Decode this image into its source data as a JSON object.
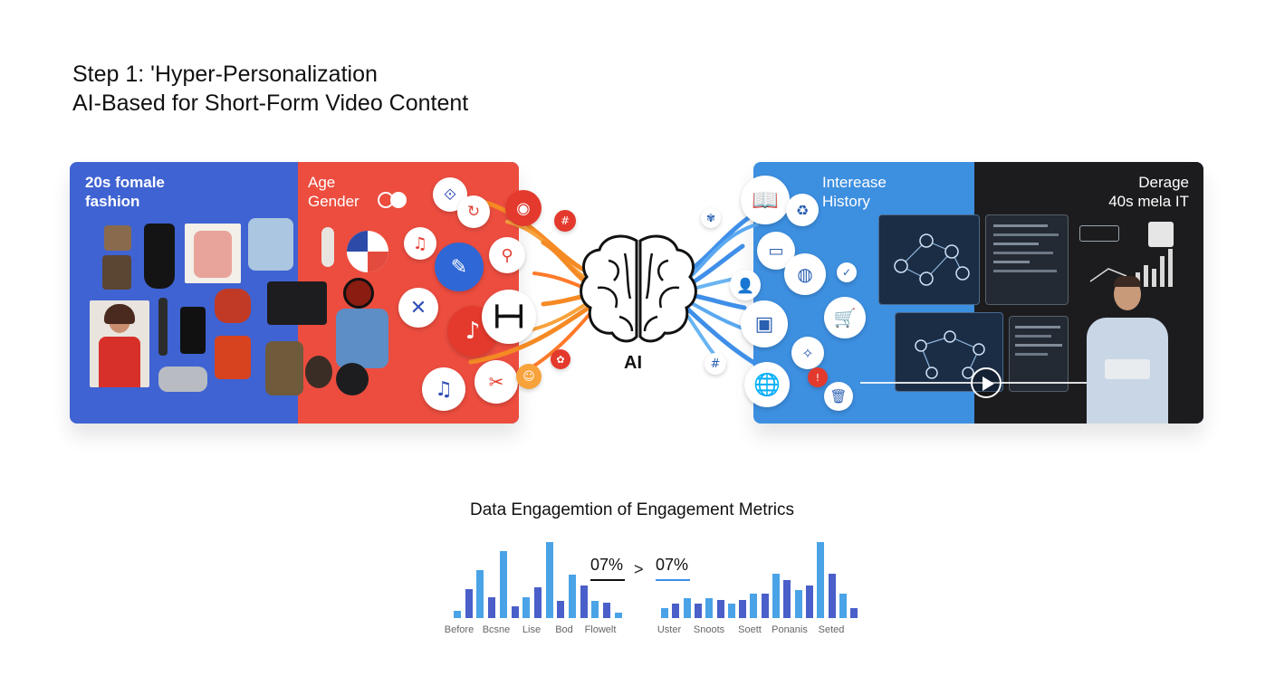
{
  "title": {
    "line1": "Step 1: 'Hyper-Personalization",
    "line2": "AI-Based for Short-Form Video Content"
  },
  "left_panel": {
    "blue_label_line1": "20s fomale",
    "blue_label_line2": "fashion",
    "red_label_line1": "Age",
    "red_label_line2": "Gender"
  },
  "center": {
    "label": "AI"
  },
  "right_panel": {
    "blue_label_line1": "Interease",
    "blue_label_line2": "History",
    "dark_label_line1": "Derage",
    "dark_label_line2": "40s mela IT"
  },
  "colors": {
    "panel_blue": "#3f63d2",
    "panel_red": "#ec4d3f",
    "panel_sky": "#3d8fe0",
    "panel_dark": "#1c1c1e",
    "stream_orange": "#f58a24",
    "stream_blue": "#3f8fe8",
    "bar_dark": "#4a5fc9",
    "bar_light": "#4aa3e6"
  },
  "chart_data": [
    {
      "type": "bar",
      "title": "Data Engagemtion of Engagement Metrics",
      "categories": [
        "Before",
        "Bcsne",
        "Lise",
        "Bod",
        "Flowelt"
      ],
      "values": [
        8,
        30,
        50,
        22,
        70,
        12,
        22,
        32,
        80,
        18,
        46,
        34,
        18,
        16,
        6
      ],
      "annotation": "07%"
    },
    {
      "type": "bar",
      "categories": [
        "Uster",
        "Snoots",
        "Soett",
        "Ponanis",
        "Seted"
      ],
      "values": [
        12,
        18,
        24,
        18,
        24,
        22,
        18,
        22,
        30,
        30,
        54,
        46,
        34,
        40,
        93,
        54,
        30,
        12
      ],
      "annotation": "07%"
    }
  ],
  "icons": [
    "dress-icon",
    "shoe-icon",
    "shirt-icon",
    "handbag-icon",
    "music-note-icon",
    "brush-icon",
    "dumbbell-icon",
    "camera-icon",
    "book-icon",
    "globe-icon",
    "chart-icon",
    "brain-icon",
    "play-icon",
    "checkmark-icon",
    "user-icon"
  ]
}
